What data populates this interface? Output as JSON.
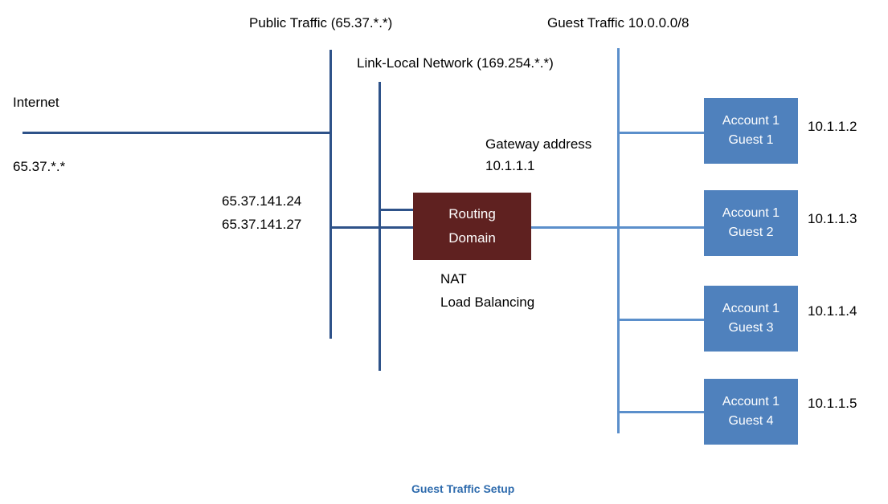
{
  "diagram": {
    "caption": "Guest Traffic Setup",
    "colors": {
      "guest_box": "#4F81BD",
      "router_box": "#5F2120",
      "line_dark": "#2E5289",
      "line_light": "#5B8FCB",
      "caption_text": "#2E6BAD",
      "background": "#FFFFFF"
    },
    "labels": {
      "public_traffic": "Public Traffic (65.37.*.*)",
      "link_local": "Link-Local Network (169.254.*.*)",
      "guest_traffic": "Guest Traffic 10.0.0.0/8",
      "internet": "Internet",
      "internet_range": "65.37.*.*",
      "public_ip_1": "65.37.141.24",
      "public_ip_2": "65.37.141.27",
      "gateway_title": "Gateway address",
      "gateway_ip": "10.1.1.1",
      "nat": "NAT",
      "load_balancing": "Load Balancing"
    },
    "router": {
      "line1": "Routing",
      "line2": "Domain"
    },
    "guests": [
      {
        "account": "Account 1",
        "name": "Guest 1",
        "ip": "10.1.1.2"
      },
      {
        "account": "Account 1",
        "name": "Guest 2",
        "ip": "10.1.1.3"
      },
      {
        "account": "Account 1",
        "name": "Guest 3",
        "ip": "10.1.1.4"
      },
      {
        "account": "Account 1",
        "name": "Guest 4",
        "ip": "10.1.1.5"
      }
    ]
  }
}
